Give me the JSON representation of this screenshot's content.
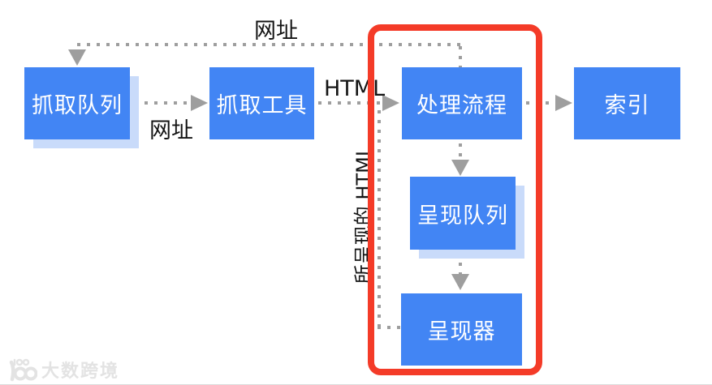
{
  "diagram": {
    "nodes": [
      {
        "id": "crawl-queue",
        "label": "抓取队列"
      },
      {
        "id": "crawler",
        "label": "抓取工具"
      },
      {
        "id": "processing",
        "label": "处理流程"
      },
      {
        "id": "index",
        "label": "索引"
      },
      {
        "id": "render-queue",
        "label": "呈现队列"
      },
      {
        "id": "renderer",
        "label": "呈现器"
      }
    ],
    "edge_labels": {
      "url_top": "网址",
      "url_mid": "网址",
      "html": "HTML",
      "rendered_html": "所呈现的 HTML"
    },
    "colors": {
      "node_fill": "#4285F4",
      "node_shadow": "#C9DBFA",
      "connector_gray": "#9E9E9E",
      "highlight_red": "#F43B28",
      "node_text": "#FFFFFF",
      "label_text": "#141414",
      "watermark_gray": "#E3E3E3"
    }
  },
  "watermark": {
    "text": "大数跨境",
    "logo": "100-circles-logo"
  }
}
